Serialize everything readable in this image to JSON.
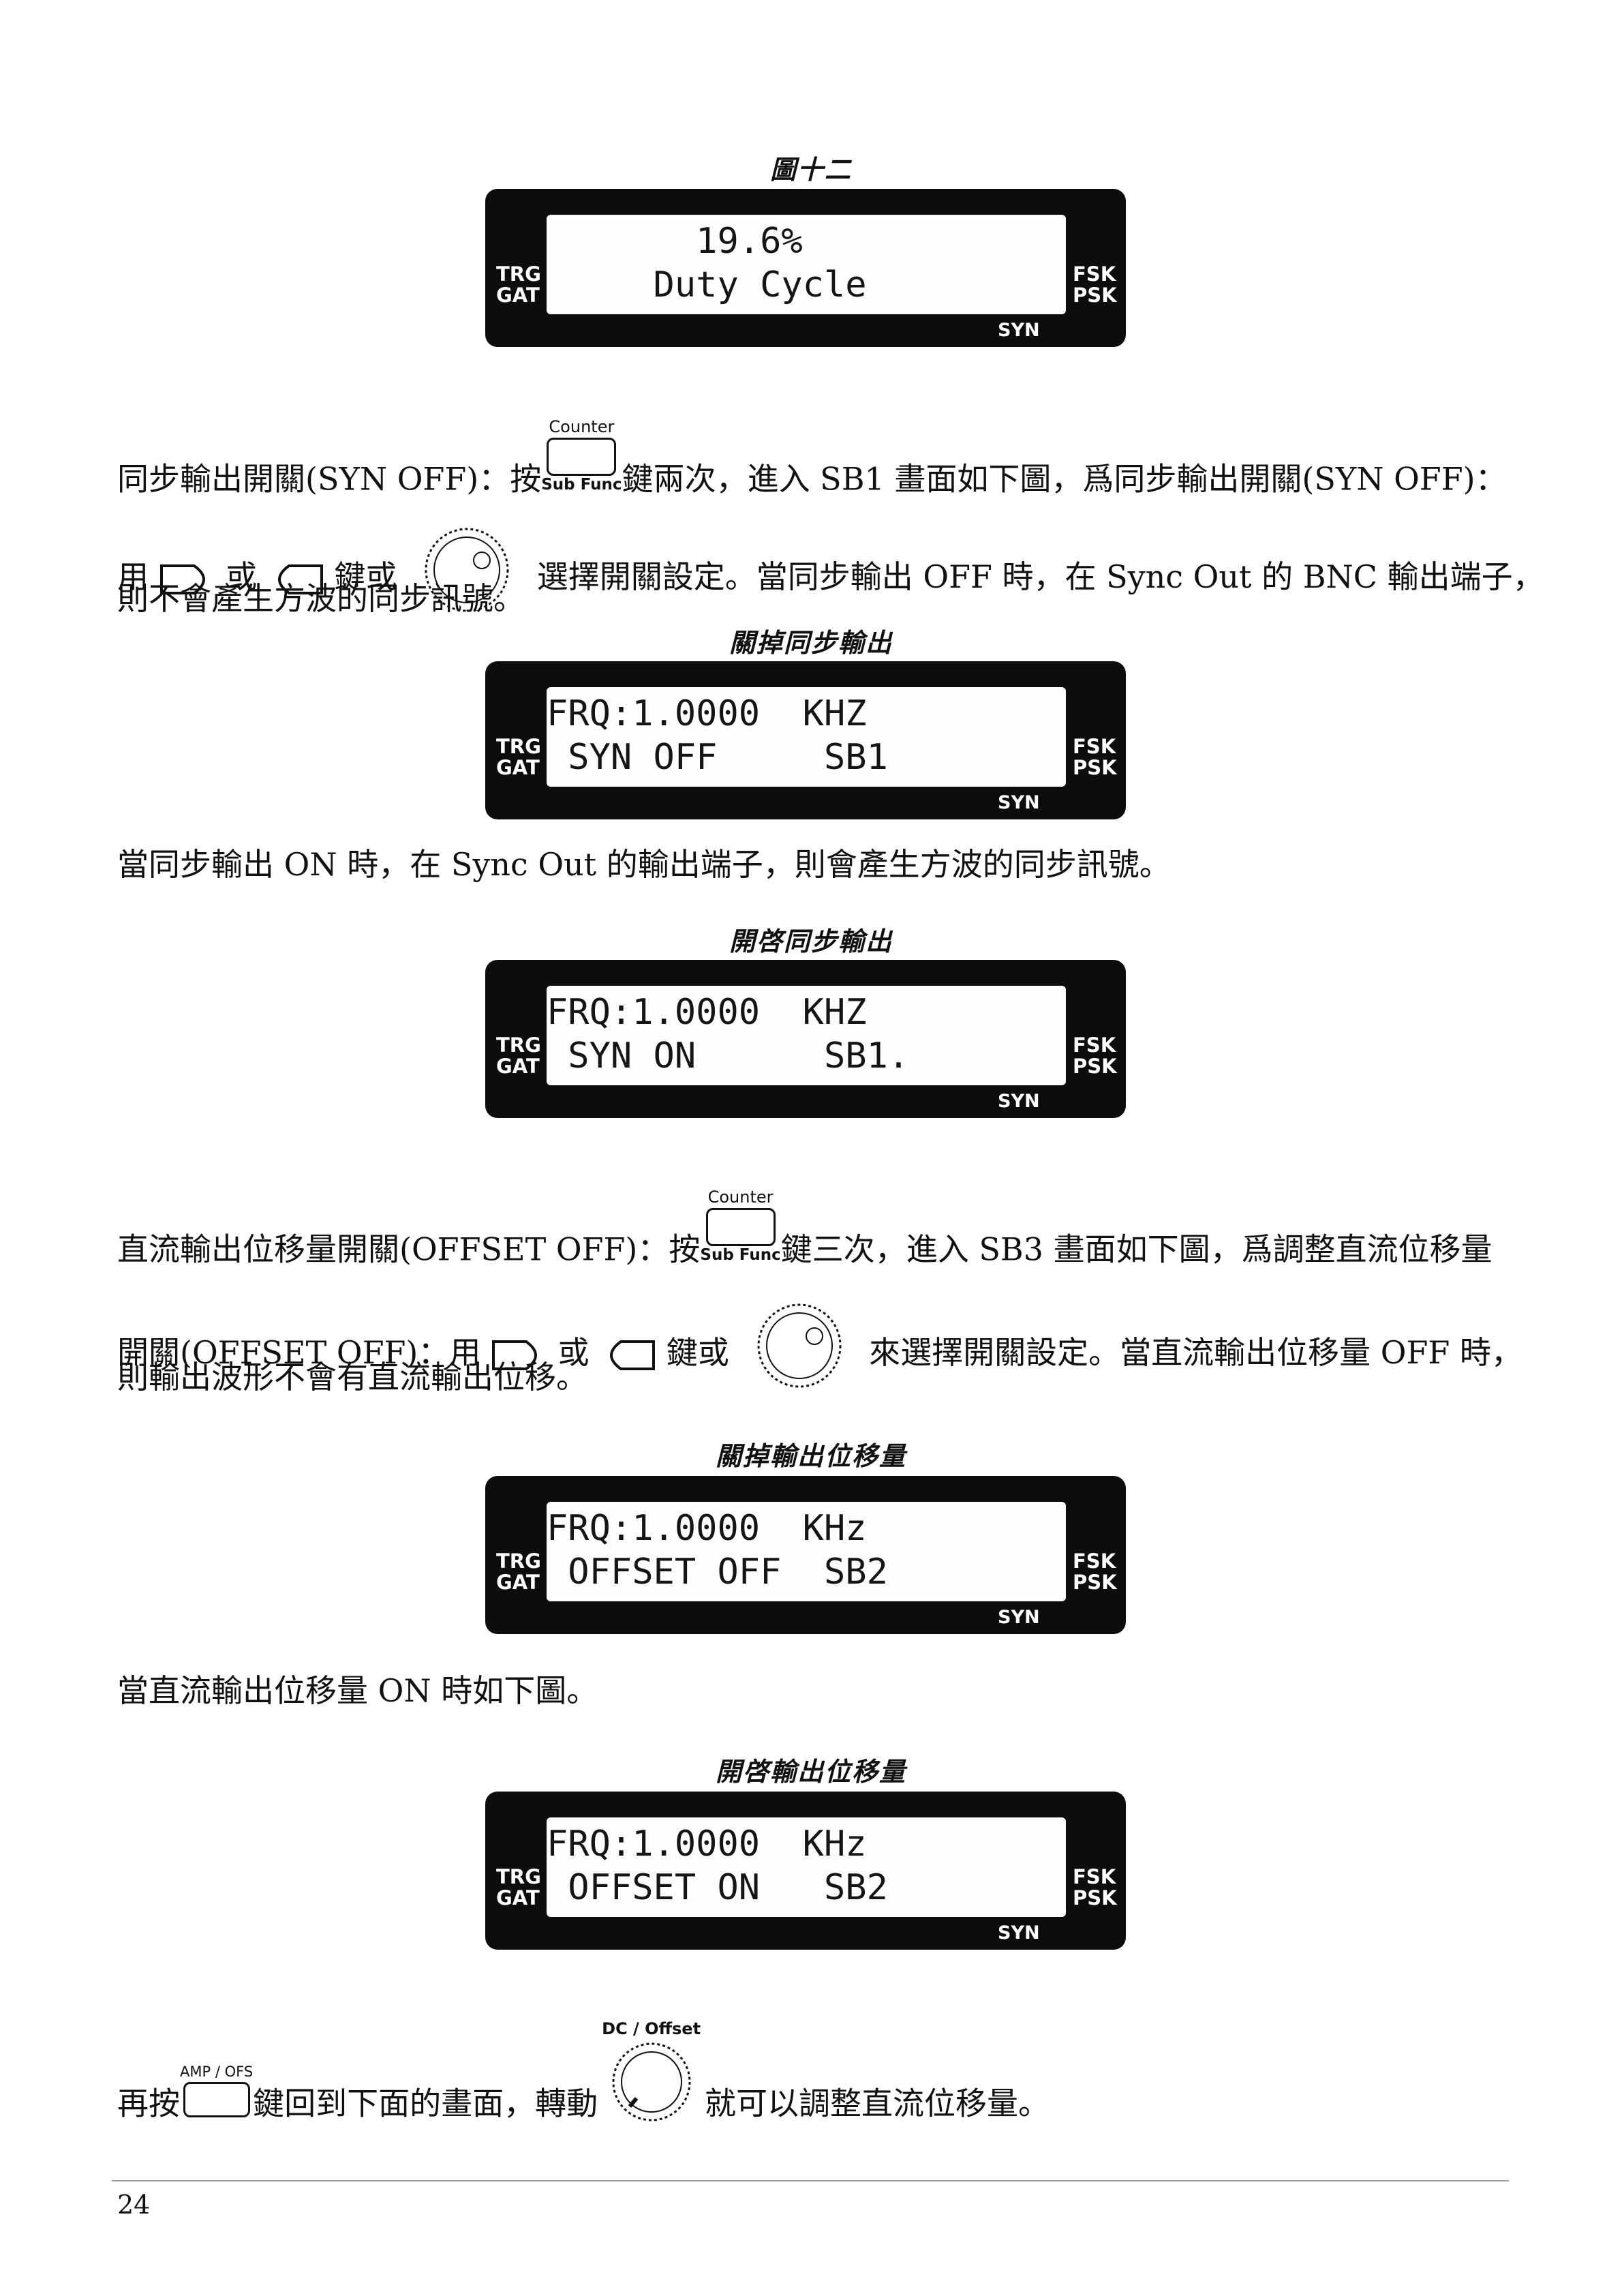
{
  "captions": {
    "fig12": "圖十二",
    "syn_off": "關掉同步輸出",
    "syn_on": "開啓同步輸出",
    "ofs_off": "關掉輸出位移量",
    "ofs_on": "開啓輸出位移量"
  },
  "lcd_labels": {
    "trg": "TRG",
    "gat": "GAT",
    "fsk": "FSK",
    "psk": "PSK",
    "syn": "SYN"
  },
  "displays": [
    {
      "line1": "       19.6%",
      "line2": "     Duty Cycle"
    },
    {
      "line1": "FRQ:1.0000  KHZ",
      "line2": " SYN OFF     SB1"
    },
    {
      "line1": "FRQ:1.0000  KHZ",
      "line2": " SYN ON      SB1."
    },
    {
      "line1": "FRQ:1.0000  KHz",
      "line2": " OFFSET OFF  SB2"
    },
    {
      "line1": "FRQ:1.0000  KHz",
      "line2": " OFFSET ON   SB2"
    }
  ],
  "keys": {
    "counter_top": "Counter",
    "subfunc_bottom": "Sub Func",
    "dc_offset": "DC / Offset",
    "amp_ofs": "AMP / OFS"
  },
  "paragraphs": {
    "p1_a": "同步輸出開關(SYN OFF)：按",
    "p1_b": "鍵兩次，進入 SB1 畫面如下圖，爲同步輸出開關(SYN OFF)：",
    "p1_c": "用",
    "p1_d": "或",
    "p1_e": "鍵或",
    "p1_f": "選擇開關設定。當同步輸出 OFF 時，在 Sync Out 的 BNC 輸出端子，",
    "p1_g": "則不會產生方波的同步訊號。",
    "p2": "當同步輸出 ON 時，在 Sync Out 的輸出端子，則會產生方波的同步訊號。",
    "p3_a": "直流輸出位移量開關(OFFSET OFF)：按",
    "p3_b": "鍵三次，進入 SB3 畫面如下圖，爲調整直流位移量",
    "p3_c": "開關(OFFSET OFF)：用",
    "p3_d": "或",
    "p3_e": "鍵或",
    "p3_f": "來選擇開關設定。當直流輸出位移量 OFF 時，",
    "p3_g": "則輸出波形不會有直流輸出位移。",
    "p4": "當直流輸出位移量 ON 時如下圖。",
    "p5_a": "再按",
    "p5_b": "鍵回到下面的畫面，轉動",
    "p5_c": "就可以調整直流位移量。"
  },
  "footer": {
    "page_number": "24"
  }
}
